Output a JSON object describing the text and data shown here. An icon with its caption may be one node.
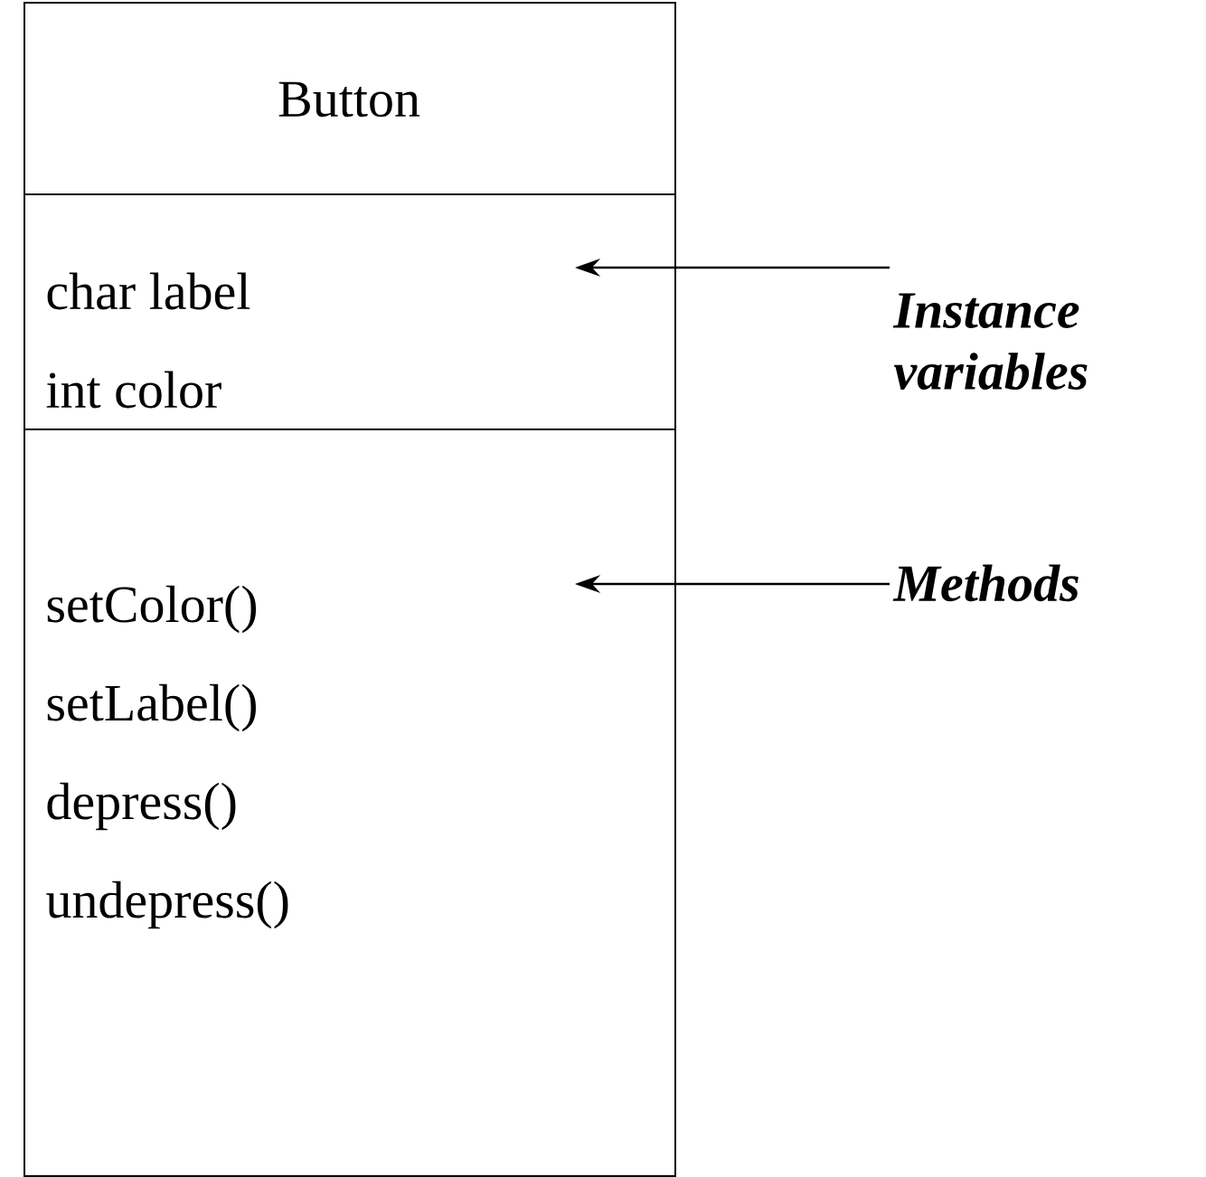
{
  "diagram": {
    "nodes": [
      {
        "text": [
          "Button"
        ]
      },
      {
        "text": [
          "char label",
          "int color"
        ]
      },
      {
        "text": [
          "setColor()",
          "setLabel()",
          "depress()",
          "undepress()"
        ]
      },
      {
        "text": [
          "Instance variables"
        ]
      },
      {
        "text": [
          "Methods"
        ]
      }
    ],
    "edges": [
      {
        "from": 3,
        "to": 1,
        "arrow": "to"
      },
      {
        "from": 4,
        "to": 2,
        "arrow": "to"
      }
    ]
  }
}
